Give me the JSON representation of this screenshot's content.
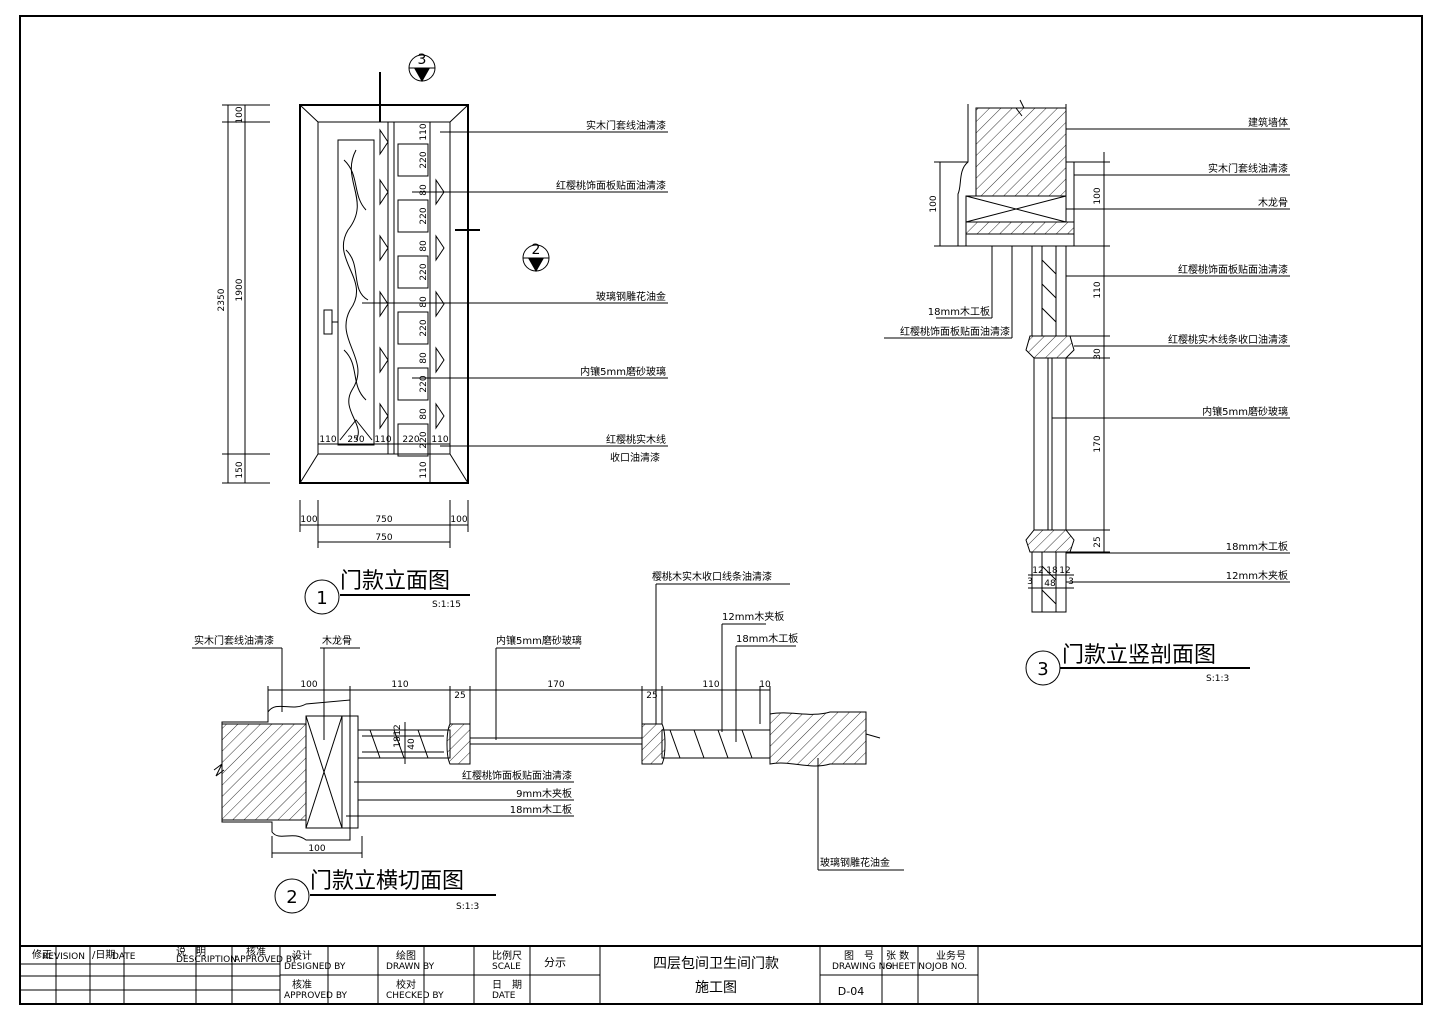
{
  "elevation": {
    "title": "门款立面图",
    "number": "1",
    "scale": "S:1:15",
    "section_marks": [
      "3",
      "2"
    ],
    "dims_left": [
      "100",
      "2350",
      "1900",
      "150"
    ],
    "dims_bottom_top": [
      "100",
      "750",
      "100"
    ],
    "dims_bottom": "750",
    "dims_right_col": [
      "110",
      "220",
      "80",
      "220",
      "80",
      "220",
      "80",
      "220",
      "80",
      "220",
      "80",
      "220",
      "110"
    ],
    "dims_row": [
      "110",
      "250",
      "110",
      "220",
      "110"
    ],
    "labels": [
      "实木门套线油清漆",
      "红樱桃饰面板贴面油清漆",
      "玻璃钢雕花油金",
      "内镶5mm磨砂玻璃",
      "红樱桃实木线",
      "收口油清漆"
    ]
  },
  "plan_section": {
    "title": "门款立横切面图",
    "number": "2",
    "scale": "S:1:3",
    "top_labels": [
      "实木门套线油清漆",
      "木龙骨",
      "内镶5mm磨砂玻璃",
      "樱桃木实木收口线条油清漆",
      "12mm木夹板",
      "18mm木工板"
    ],
    "dims_top": [
      "100",
      "110",
      "25",
      "170",
      "25",
      "110",
      "10"
    ],
    "dims_left": [
      "12",
      "18",
      "40"
    ],
    "dims_bottom": "100",
    "bottom_labels": [
      "红樱桃饰面板贴面油清漆",
      "9mm木夹板",
      "18mm木工板",
      "玻璃钢雕花油金"
    ]
  },
  "vertical_section": {
    "title": "门款立竖剖面图",
    "number": "3",
    "scale": "S:1:3",
    "right_labels": [
      "建筑墙体",
      "实木门套线油清漆",
      "木龙骨",
      "红樱桃饰面板贴面油清漆",
      "红樱桃实木线条收口油清漆",
      "内镶5mm磨砂玻璃",
      "18mm木工板",
      "12mm木夹板"
    ],
    "left_labels": [
      "18mm木工板",
      "红樱桃饰面板贴面油清漆"
    ],
    "dims_left": "100",
    "dims_right": [
      "100",
      "110",
      "30",
      "170",
      "25"
    ],
    "dims_bottom": [
      "3",
      "12",
      "18",
      "12",
      "3",
      "48"
    ]
  },
  "title_block": {
    "rev": "修正",
    "rev_en": "REVISION",
    "date": "/日期",
    "date_en": "DATE",
    "desc": "说　明",
    "desc_en": "DESCRIPTION",
    "approved": "核准",
    "approved_en": "APPROVED BY",
    "design": "设计",
    "design_en": "DESIGNED BY",
    "verify": "核准",
    "verify_en": "APPROVED BY",
    "draw": "绘图",
    "draw_en": "DRAWN BY",
    "check": "校对",
    "check_en": "CHECKED BY",
    "scale": "比例尺",
    "scale_en": "SCALE",
    "scale_val": "分示",
    "date2": "日　期",
    "date2_en": "DATE",
    "project_line1": "四层包间卫生间门款",
    "project_line2": "施工图",
    "drawing_no": "图　号",
    "drawing_no_en": "DRAWING NO.",
    "drawing_no_val": "D-04",
    "sheet_no": "张 数",
    "sheet_no_en": "SHEET NO.",
    "job_no": "业务号",
    "job_no_en": "JOB NO."
  }
}
